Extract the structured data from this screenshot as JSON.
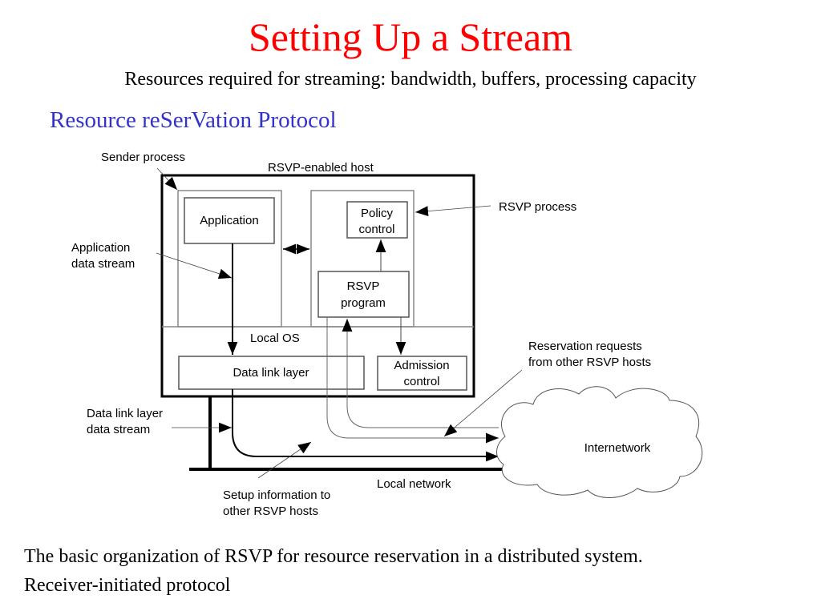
{
  "slide": {
    "title": "Setting Up a Stream",
    "subtitle": "Resources required for streaming: bandwidth, buffers, processing capacity",
    "section_heading": "Resource reSerVation Protocol",
    "caption_line1": "The basic organization of RSVP for resource reservation in a distributed system.",
    "caption_line2": "Receiver-initiated protocol",
    "colors": {
      "title": "#ff0000",
      "section_heading": "#3333cc",
      "text": "#000000"
    }
  },
  "diagram": {
    "host_label": "RSVP-enabled host",
    "sender_process_label": "Sender process",
    "rsvp_process_label": "RSVP process",
    "application_label": "Application",
    "policy_control_label": [
      "Policy",
      "control"
    ],
    "rsvp_program_label": [
      "RSVP",
      "program"
    ],
    "local_os_label": "Local OS",
    "data_link_layer_label": "Data link layer",
    "admission_control_label": [
      "Admission",
      "control"
    ],
    "app_data_stream_label": [
      "Application",
      "data stream"
    ],
    "dll_data_stream_label": [
      "Data link layer",
      "data stream"
    ],
    "reservation_requests_label": [
      "Reservation requests",
      "from other RSVP hosts"
    ],
    "setup_info_label": [
      "Setup information to",
      "other RSVP hosts"
    ],
    "local_network_label": "Local network",
    "internetwork_label": "Internetwork"
  }
}
